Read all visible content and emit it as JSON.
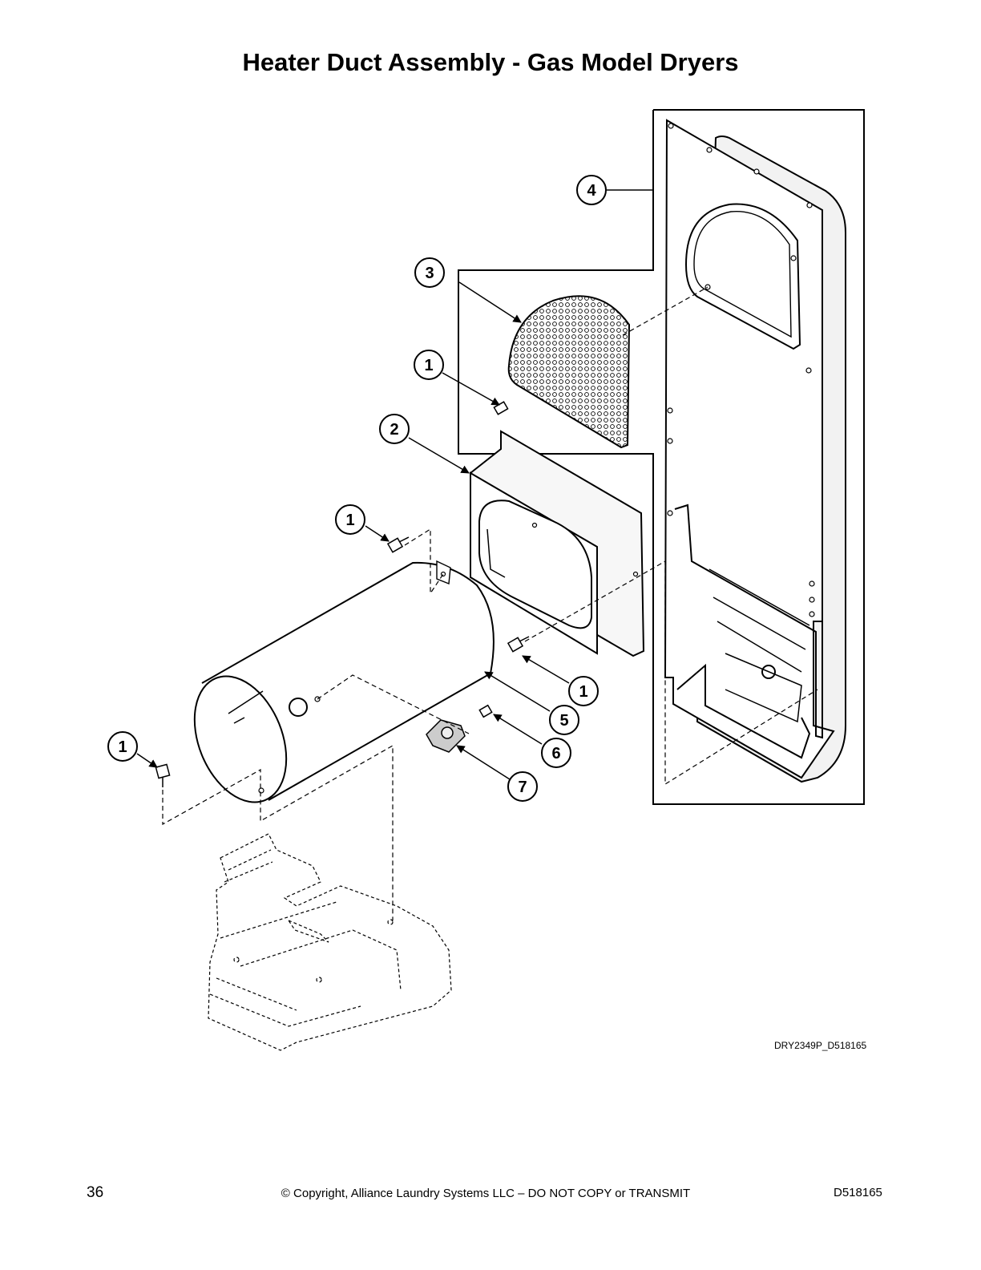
{
  "title": "Heater Duct Assembly - Gas Model Dryers",
  "figure_code": "DRY2349P_D518165",
  "footer": {
    "page_number": "36",
    "copyright": "© Copyright, Alliance Laundry Systems LLC – DO NOT COPY or TRANSMIT",
    "document_number": "D518165"
  },
  "callouts": [
    "1",
    "1",
    "1",
    "1",
    "2",
    "3",
    "4",
    "5",
    "6",
    "7"
  ]
}
